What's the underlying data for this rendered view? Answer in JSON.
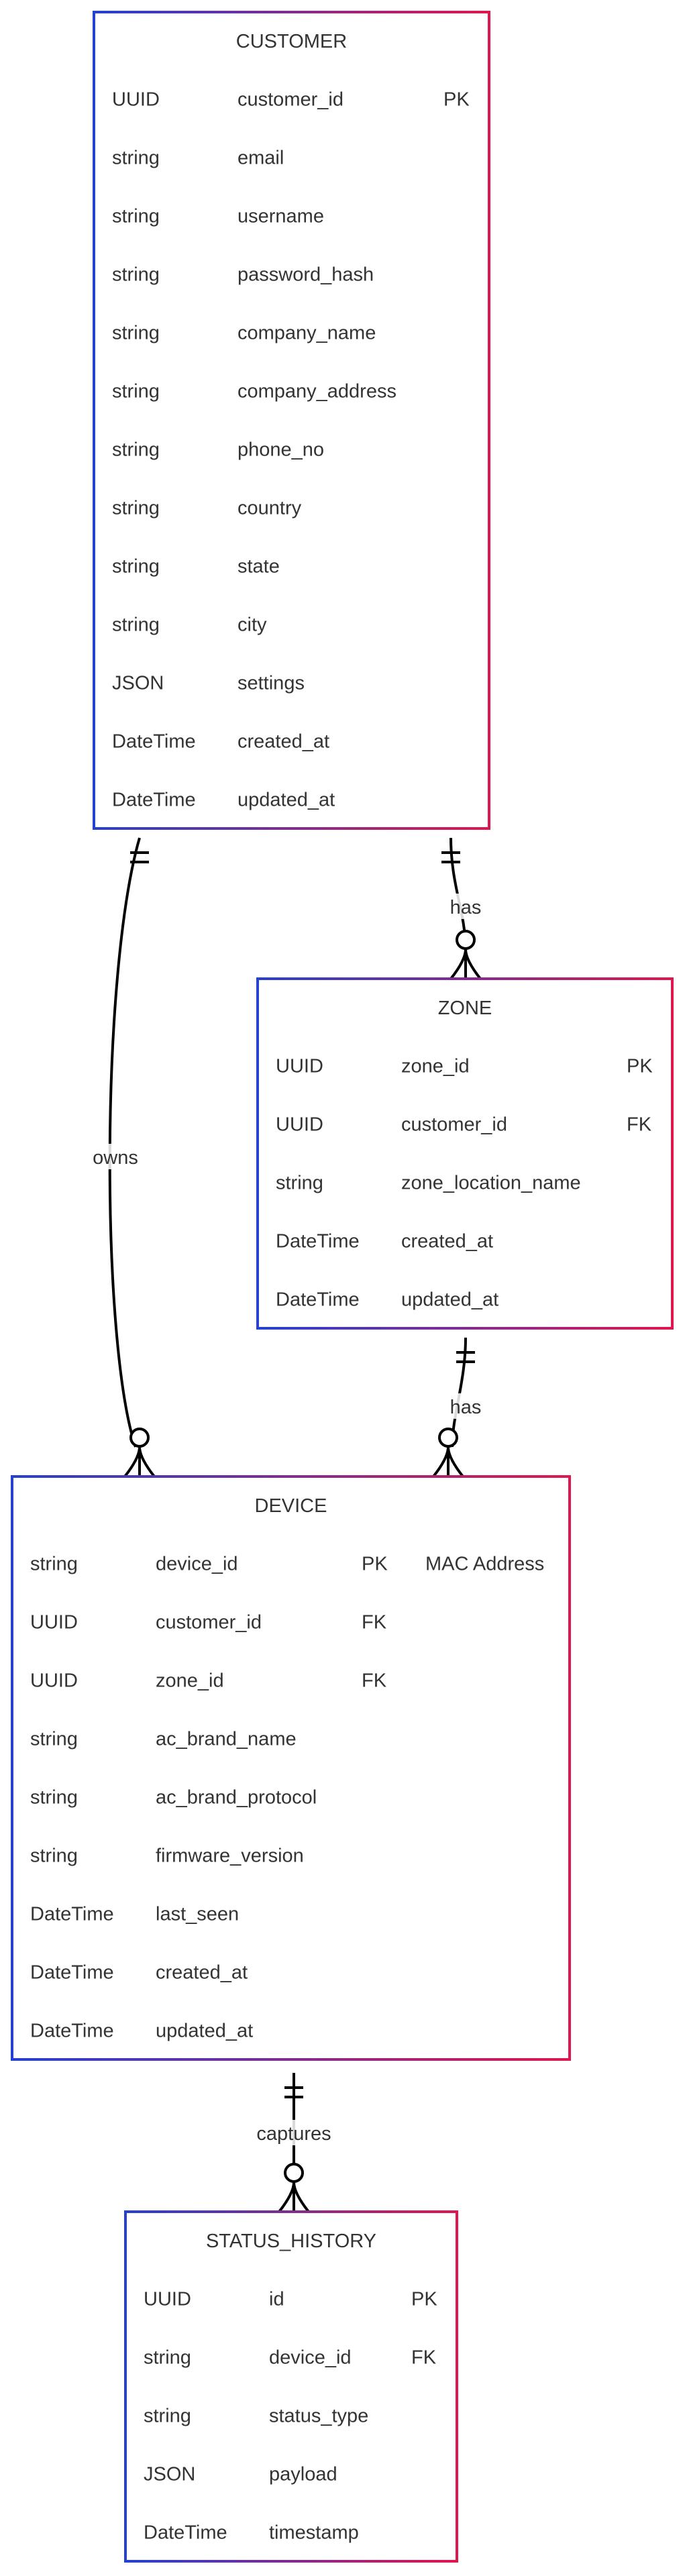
{
  "entities": [
    {
      "name": "CUSTOMER",
      "rows": [
        [
          "UUID",
          "customer_id",
          "PK"
        ],
        [
          "string",
          "email",
          ""
        ],
        [
          "string",
          "username",
          ""
        ],
        [
          "string",
          "password_hash",
          ""
        ],
        [
          "string",
          "company_name",
          ""
        ],
        [
          "string",
          "company_address",
          ""
        ],
        [
          "string",
          "phone_no",
          ""
        ],
        [
          "string",
          "country",
          ""
        ],
        [
          "string",
          "state",
          ""
        ],
        [
          "string",
          "city",
          ""
        ],
        [
          "JSON",
          "settings",
          ""
        ],
        [
          "DateTime",
          "created_at",
          ""
        ],
        [
          "DateTime",
          "updated_at",
          ""
        ]
      ]
    },
    {
      "name": "ZONE",
      "rows": [
        [
          "UUID",
          "zone_id",
          "PK"
        ],
        [
          "UUID",
          "customer_id",
          "FK"
        ],
        [
          "string",
          "zone_location_name",
          ""
        ],
        [
          "DateTime",
          "created_at",
          ""
        ],
        [
          "DateTime",
          "updated_at",
          ""
        ]
      ]
    },
    {
      "name": "DEVICE",
      "rows": [
        [
          "string",
          "device_id",
          "PK",
          "MAC Address"
        ],
        [
          "UUID",
          "customer_id",
          "FK",
          ""
        ],
        [
          "UUID",
          "zone_id",
          "FK",
          ""
        ],
        [
          "string",
          "ac_brand_name",
          "",
          ""
        ],
        [
          "string",
          "ac_brand_protocol",
          "",
          ""
        ],
        [
          "string",
          "firmware_version",
          "",
          ""
        ],
        [
          "DateTime",
          "last_seen",
          "",
          ""
        ],
        [
          "DateTime",
          "created_at",
          "",
          ""
        ],
        [
          "DateTime",
          "updated_at",
          "",
          ""
        ]
      ]
    },
    {
      "name": "STATUS_HISTORY",
      "rows": [
        [
          "UUID",
          "id",
          "PK"
        ],
        [
          "string",
          "device_id",
          "FK"
        ],
        [
          "string",
          "status_type",
          ""
        ],
        [
          "JSON",
          "payload",
          ""
        ],
        [
          "DateTime",
          "timestamp",
          ""
        ]
      ]
    }
  ],
  "relationships": [
    {
      "from": "CUSTOMER",
      "to": "ZONE",
      "label": "has",
      "from_card": "one-and-only-one",
      "to_card": "zero-or-many"
    },
    {
      "from": "CUSTOMER",
      "to": "DEVICE",
      "label": "owns",
      "from_card": "one-and-only-one",
      "to_card": "zero-or-many"
    },
    {
      "from": "ZONE",
      "to": "DEVICE",
      "label": "has",
      "from_card": "one-and-only-one",
      "to_card": "zero-or-many"
    },
    {
      "from": "DEVICE",
      "to": "STATUS_HISTORY",
      "label": "captures",
      "from_card": "one-and-only-one",
      "to_card": "zero-or-many"
    }
  ],
  "colors": {
    "gradient_start": "#2541d1",
    "gradient_end": "#e0164f",
    "text": "#333333",
    "line": "#000000",
    "background": "#ffffff"
  }
}
